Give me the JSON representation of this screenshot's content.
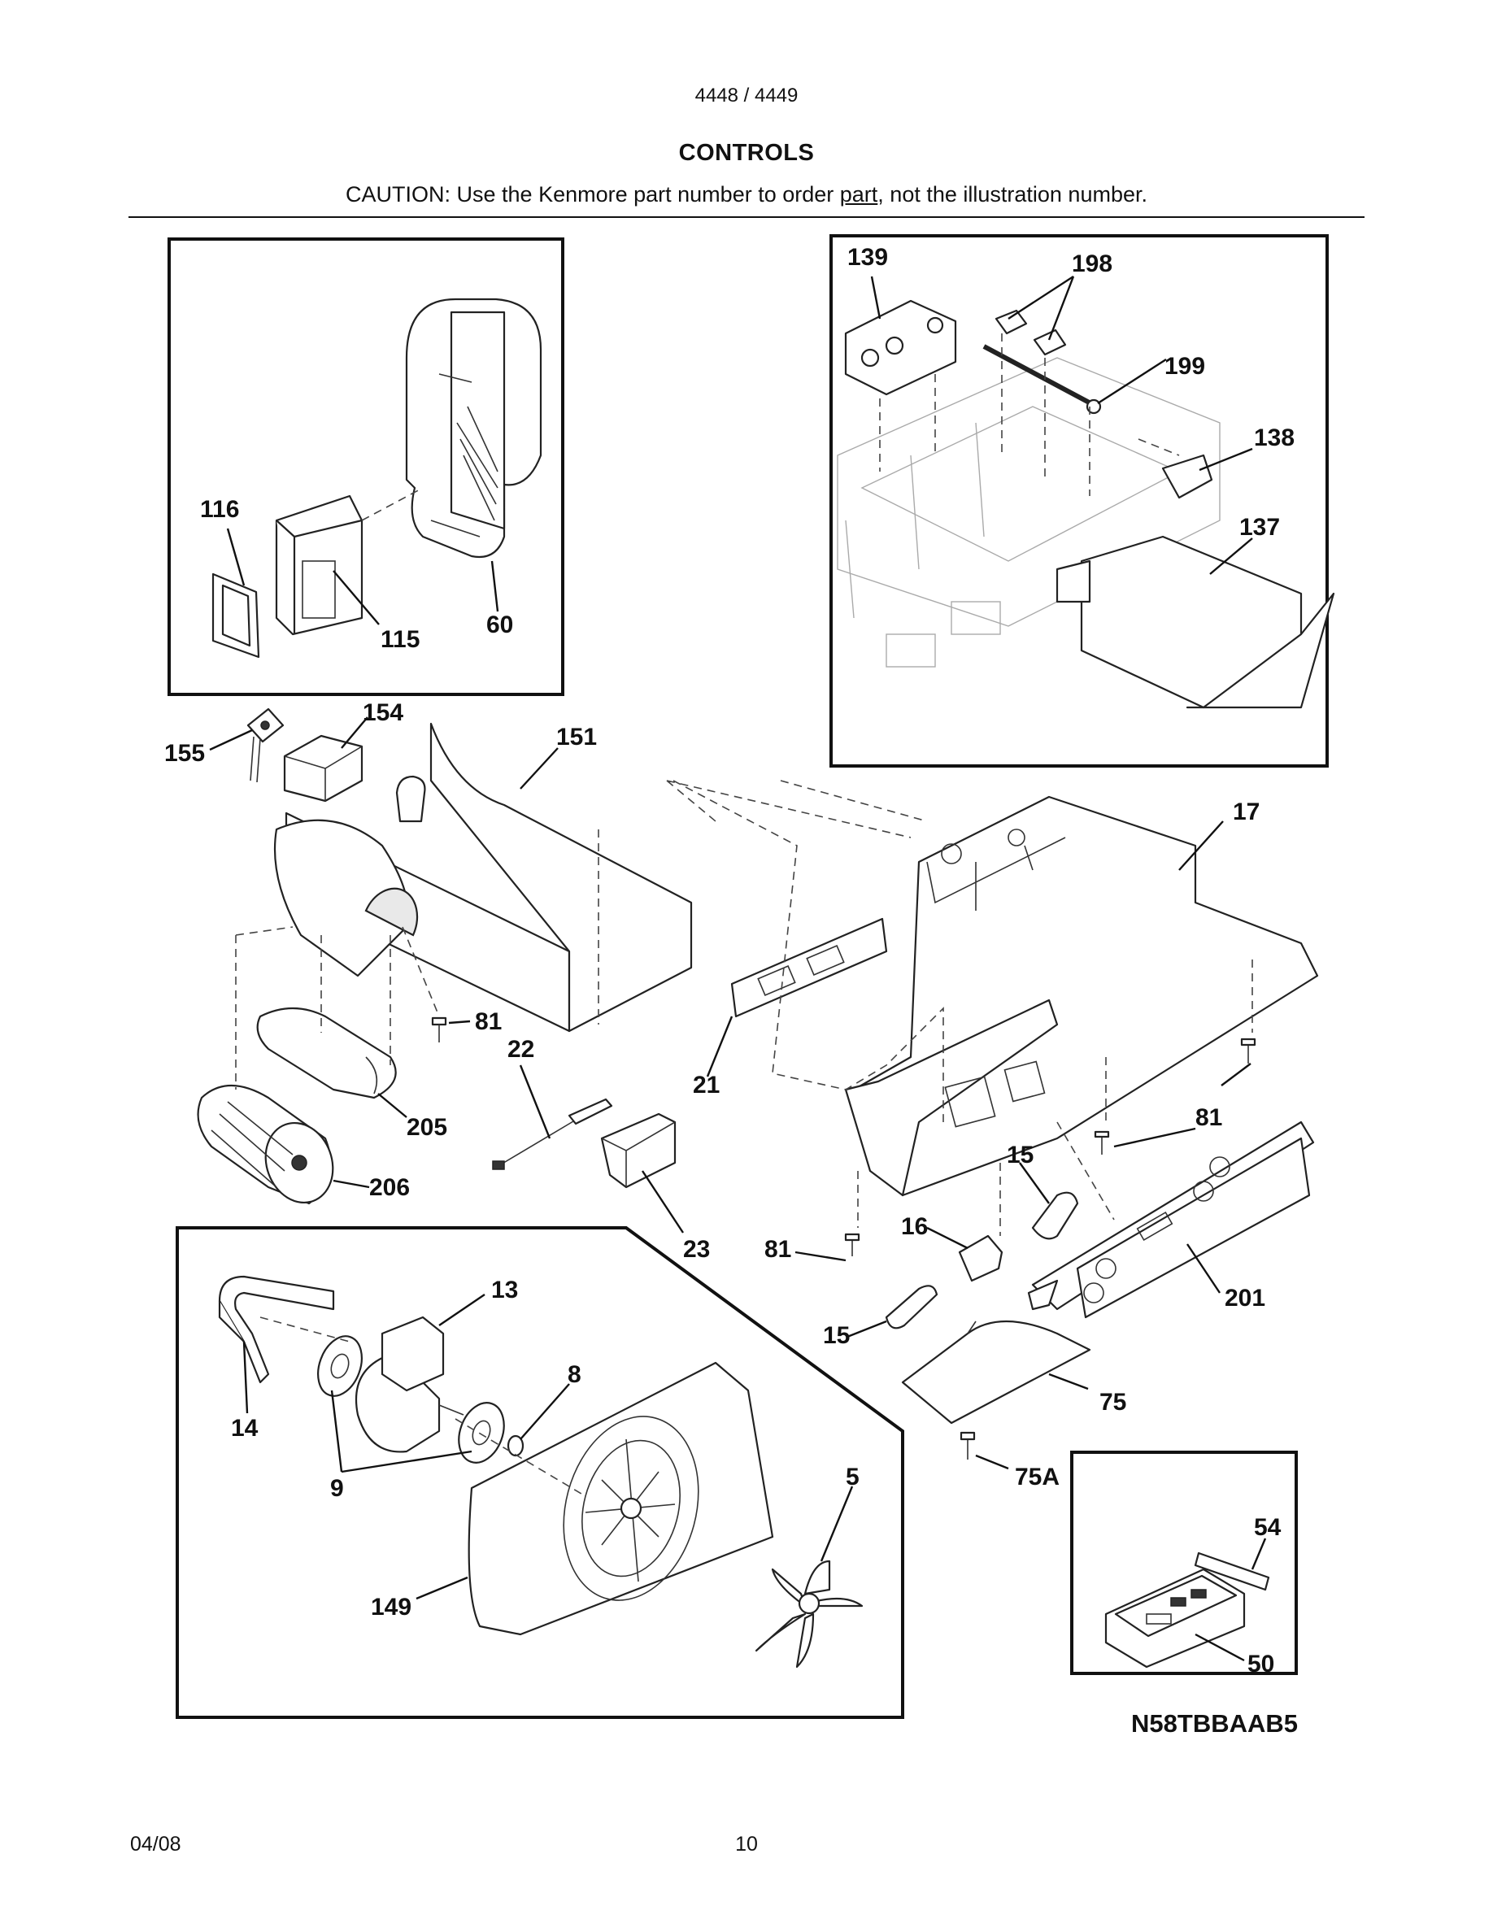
{
  "header": {
    "model": "4448 / 4449",
    "title": "CONTROLS",
    "caution_before": "CAUTION: Use the Kenmore part number to order ",
    "caution_underlined": "part",
    "caution_after": ", not the illustration number."
  },
  "diagram_code": "N58TBBAAB5",
  "footer": {
    "date": "04/08",
    "page": "10"
  },
  "callouts": {
    "c139": "139",
    "c198": "198",
    "c199": "199",
    "c138": "138",
    "c137": "137",
    "c116": "116",
    "c115": "115",
    "c60": "60",
    "c154": "154",
    "c155": "155",
    "c151": "151",
    "c17": "17",
    "c81a": "81",
    "c22": "22",
    "c21": "21",
    "c205": "205",
    "c206": "206",
    "c23": "23",
    "c81b": "81",
    "c81c": "81",
    "c15a": "15",
    "c16": "16",
    "c15b": "15",
    "c201": "201",
    "c13": "13",
    "c8": "8",
    "c14": "14",
    "c9": "9",
    "c5": "5",
    "c149": "149",
    "c75": "75",
    "c75A": "75A",
    "c54": "54",
    "c50": "50"
  }
}
